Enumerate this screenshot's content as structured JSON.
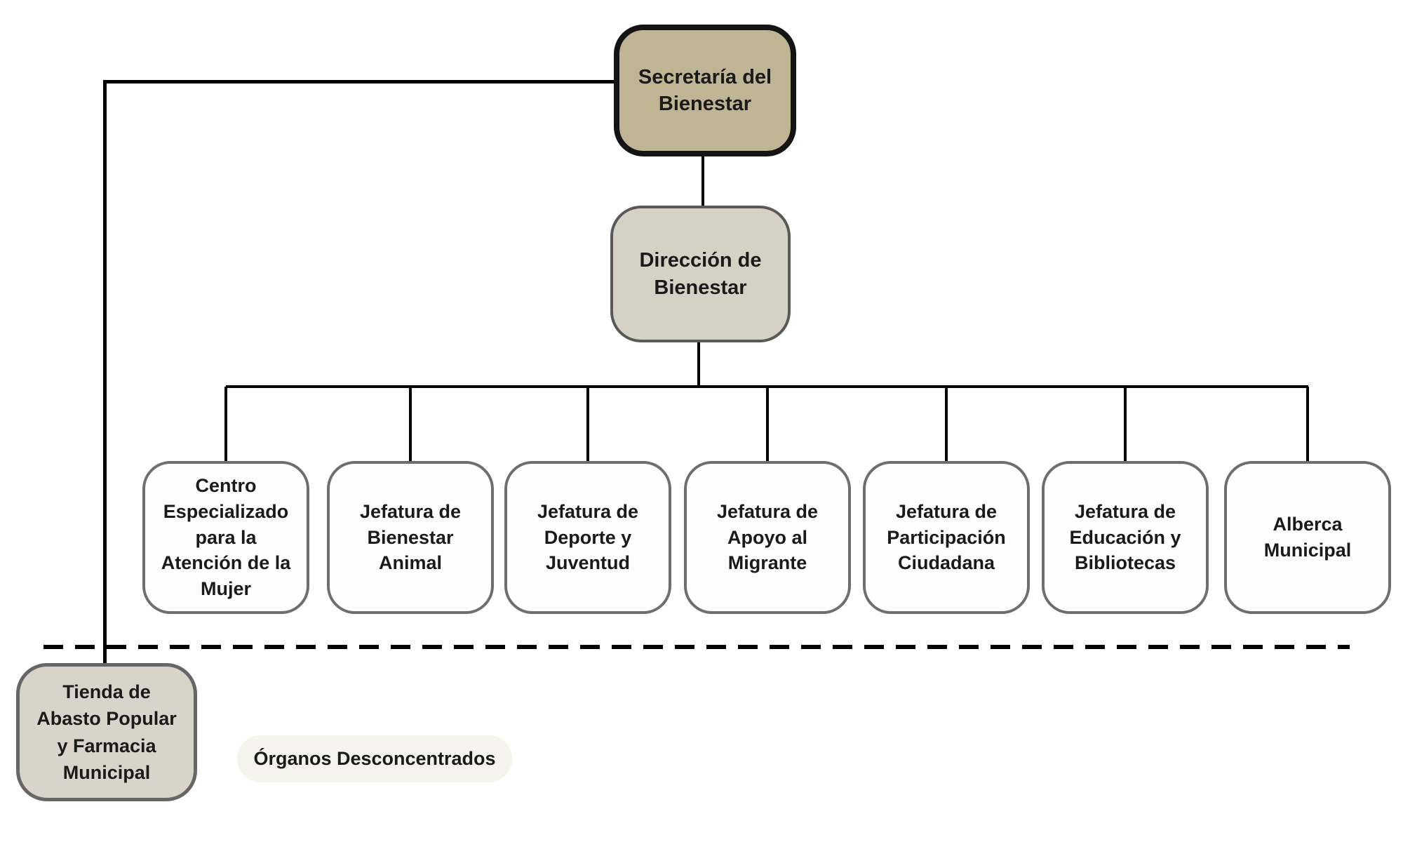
{
  "org": {
    "root": "Secretaría del\nBienestar",
    "director": "Dirección de\nBienestar",
    "children": [
      "Centro\nEspecializado\npara la\nAtención de la\nMujer",
      "Jefatura de\nBienestar\nAnimal",
      "Jefatura de\nDeporte y\nJuventud",
      "Jefatura de\nApoyo al\nMigrante",
      "Jefatura de\nParticipación\nCiudadana",
      "Jefatura de\nEducación y\nBibliotecas",
      "Alberca\nMunicipal"
    ],
    "deconcentrated_unit": "Tienda de\nAbasto Popular\ny Farmacia\nMunicipal",
    "section_label": "Órganos Desconcentrados"
  },
  "colors": {
    "root_fill": "#bfb494",
    "root_border": "#141414",
    "director_fill": "#d6d1c5",
    "director_border": "#595959",
    "child_fill": "#fefefe",
    "child_border": "#6e6e6e",
    "deconcentrated_fill": "#d9d4c9",
    "deconcentrated_border": "#666666",
    "section_fill": "#f4f4ed",
    "line_color": "#000000",
    "text_color": "#1a1a1a"
  }
}
